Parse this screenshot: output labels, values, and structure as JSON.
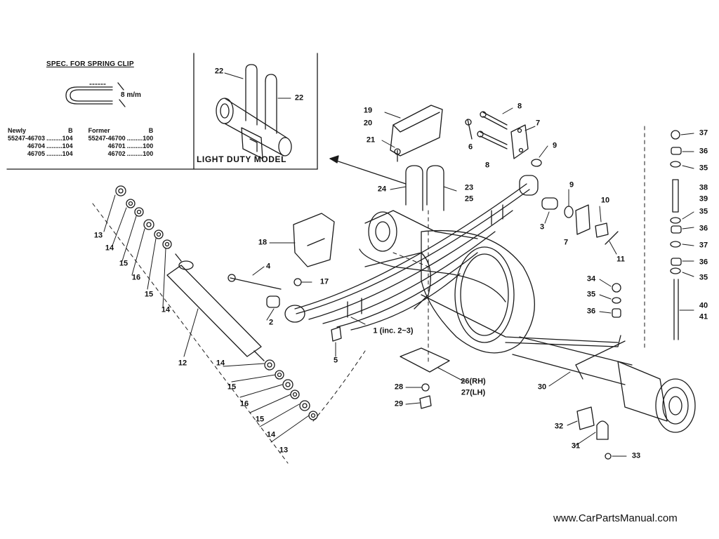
{
  "spec_box": {
    "title": "SPEC. FOR SPRING CLIP",
    "dimension": "8 m/m",
    "headers": {
      "newly": "Newly",
      "former": "Former",
      "b1": "B",
      "b2": "B"
    },
    "rows": [
      {
        "newly_part": "55247-46703",
        "newly_b": "104",
        "former_part": "55247-46700",
        "former_b": "100"
      },
      {
        "newly_part": "46704",
        "newly_b": "104",
        "former_part": "46701",
        "former_b": "100"
      },
      {
        "newly_part": "46705",
        "newly_b": "104",
        "former_part": "46702",
        "former_b": "100"
      }
    ]
  },
  "inset": {
    "title": "LIGHT DUTY MODEL",
    "callouts": [
      "22",
      "22"
    ]
  },
  "callouts": [
    "1 (inc. 2~3)",
    "2",
    "3",
    "4",
    "5",
    "6",
    "7",
    "7",
    "8",
    "8",
    "9",
    "9",
    "10",
    "11",
    "12",
    "13",
    "13",
    "14",
    "14",
    "14",
    "14",
    "15",
    "15",
    "15",
    "15",
    "16",
    "16",
    "17",
    "18",
    "19",
    "20",
    "21",
    "23",
    "24",
    "25",
    "26(RH)",
    "27(LH)",
    "28",
    "29",
    "30",
    "31",
    "32",
    "33",
    "34",
    "35",
    "35",
    "35",
    "35",
    "36",
    "36",
    "36",
    "36",
    "37",
    "37",
    "38",
    "39",
    "40",
    "41"
  ],
  "watermark": "www.CarPartsManual.com",
  "colors": {
    "ink": "#1a1a1a",
    "background": "#ffffff"
  }
}
